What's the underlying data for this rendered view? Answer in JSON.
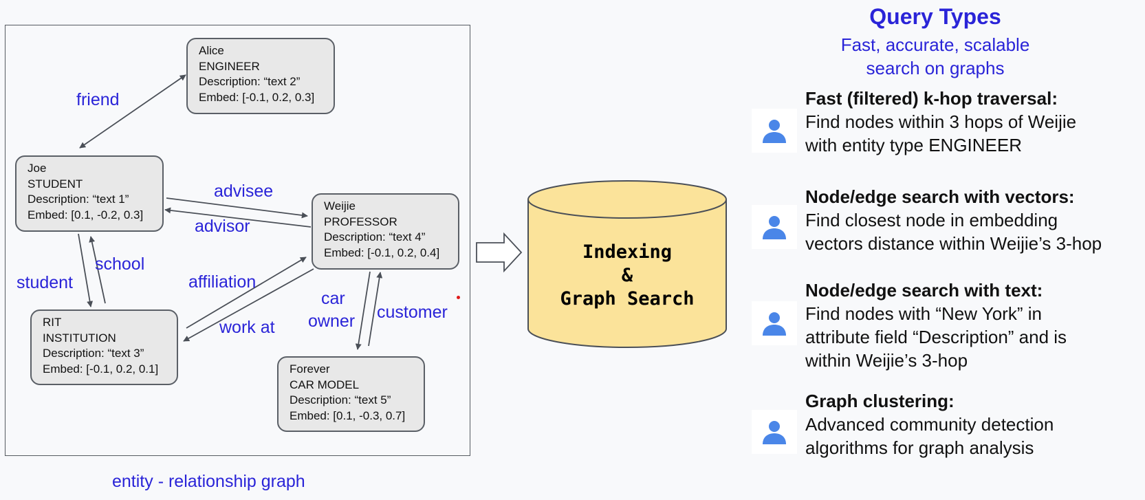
{
  "graph": {
    "caption": "entity - relationship graph",
    "nodes": [
      {
        "name": "Alice",
        "type": "ENGINEER",
        "description": "Description: “text 2”",
        "embed": "Embed: [-0.1, 0.2, 0.3]"
      },
      {
        "name": "Joe",
        "type": "STUDENT",
        "description": "Description: “text 1”",
        "embed": "Embed: [0.1, -0.2, 0.3]"
      },
      {
        "name": "Weijie",
        "type": "PROFESSOR",
        "description": "Description: “text 4”",
        "embed": "Embed: [-0.1, 0.2, 0.4]"
      },
      {
        "name": "RIT",
        "type": "INSTITUTION",
        "description": "Description: “text 3”",
        "embed": "Embed: [-0.1, 0.2, 0.1]"
      },
      {
        "name": "Forever",
        "type": "CAR MODEL",
        "description": "Description: “text 5”",
        "embed": "Embed: [0.1, -0.3, 0.7]"
      }
    ],
    "edges": {
      "friend": "friend",
      "advisee": "advisee",
      "advisor": "advisor",
      "student": "student",
      "school": "school",
      "affiliation": "affiliation",
      "work_at": "work at",
      "car_owner_1": "car",
      "car_owner_2": "owner",
      "customer": "customer"
    }
  },
  "database": {
    "lines": [
      "Indexing",
      "&",
      "Graph Search"
    ],
    "fill_color": "#fbe39a"
  },
  "query_types": {
    "title": "Query Types",
    "subtitle": [
      "Fast, accurate, scalable",
      "search on graphs"
    ],
    "items": [
      {
        "title": "Fast (filtered) k-hop traversal:",
        "lines": [
          "Find nodes within 3 hops of Weijie",
          "with entity type ENGINEER"
        ],
        "icon": "person-icon"
      },
      {
        "title": "Node/edge search with vectors:",
        "lines": [
          "Find closest node in embedding",
          "vectors distance within Weijie’s 3-hop"
        ],
        "icon": "person-icon"
      },
      {
        "title": "Node/edge search with text:",
        "lines": [
          "Find nodes with “New York” in",
          "attribute field “Description” and is",
          "within Weijie’s 3-hop"
        ],
        "icon": "person-icon"
      },
      {
        "title": "Graph clustering:",
        "lines": [
          "Advanced community detection",
          "algorithms for graph analysis"
        ],
        "icon": "person-icon"
      }
    ],
    "accent_color": "#2a24d8",
    "icon_color": "#4a86e8"
  }
}
